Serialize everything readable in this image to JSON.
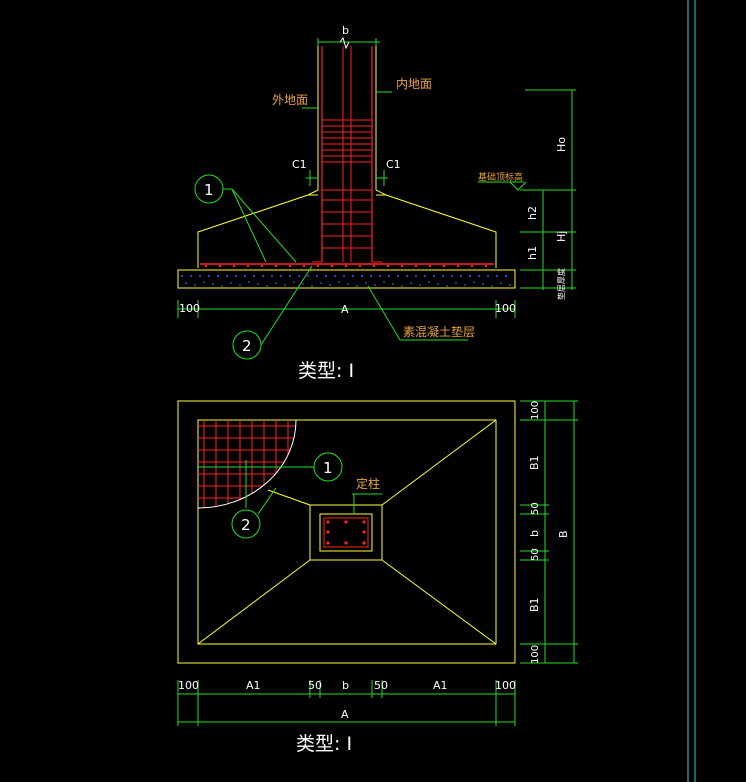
{
  "section": {
    "dim_b": "b",
    "label_outer_ground": "外地面",
    "label_inner_ground": "内地面",
    "label_c1_left": "C1",
    "label_c1_right": "C1",
    "callout_1": "1",
    "callout_2": "2",
    "label_foundation_top": "基础顶标高",
    "dim_h0": "Ho",
    "dim_hj": "Hj",
    "dim_h1": "h1",
    "dim_h2": "h2",
    "dim_pad": "垫层厚度",
    "dim_left_100": "100",
    "dim_right_100": "100",
    "dim_A": "A",
    "label_plain_concrete_pad": "素混凝土垫层",
    "type_label": "类型: I"
  },
  "plan": {
    "callout_1": "1",
    "callout_2": "2",
    "label_column": "定柱",
    "dim_right_top_100": "100",
    "dim_B1_top": "B1",
    "dim_50_top": "50",
    "dim_b_vert": "b",
    "dim_50_bottom": "50",
    "dim_B1_bottom": "B1",
    "dim_right_bottom_100": "100",
    "dim_B": "B",
    "dim_bottom_100_left": "100",
    "dim_A1_left": "A1",
    "dim_50_left": "50",
    "dim_b_horiz": "b",
    "dim_50_right": "50",
    "dim_A1_right": "A1",
    "dim_bottom_100_right": "100",
    "dim_A": "A",
    "type_label": "类型: I"
  },
  "colors": {
    "yellow": "#ffff33",
    "green": "#22dd22",
    "red": "#ff2222",
    "white": "#ffffff",
    "orange": "#e8a23a",
    "cyan": "#33cccc",
    "blue": "#3355ff"
  }
}
